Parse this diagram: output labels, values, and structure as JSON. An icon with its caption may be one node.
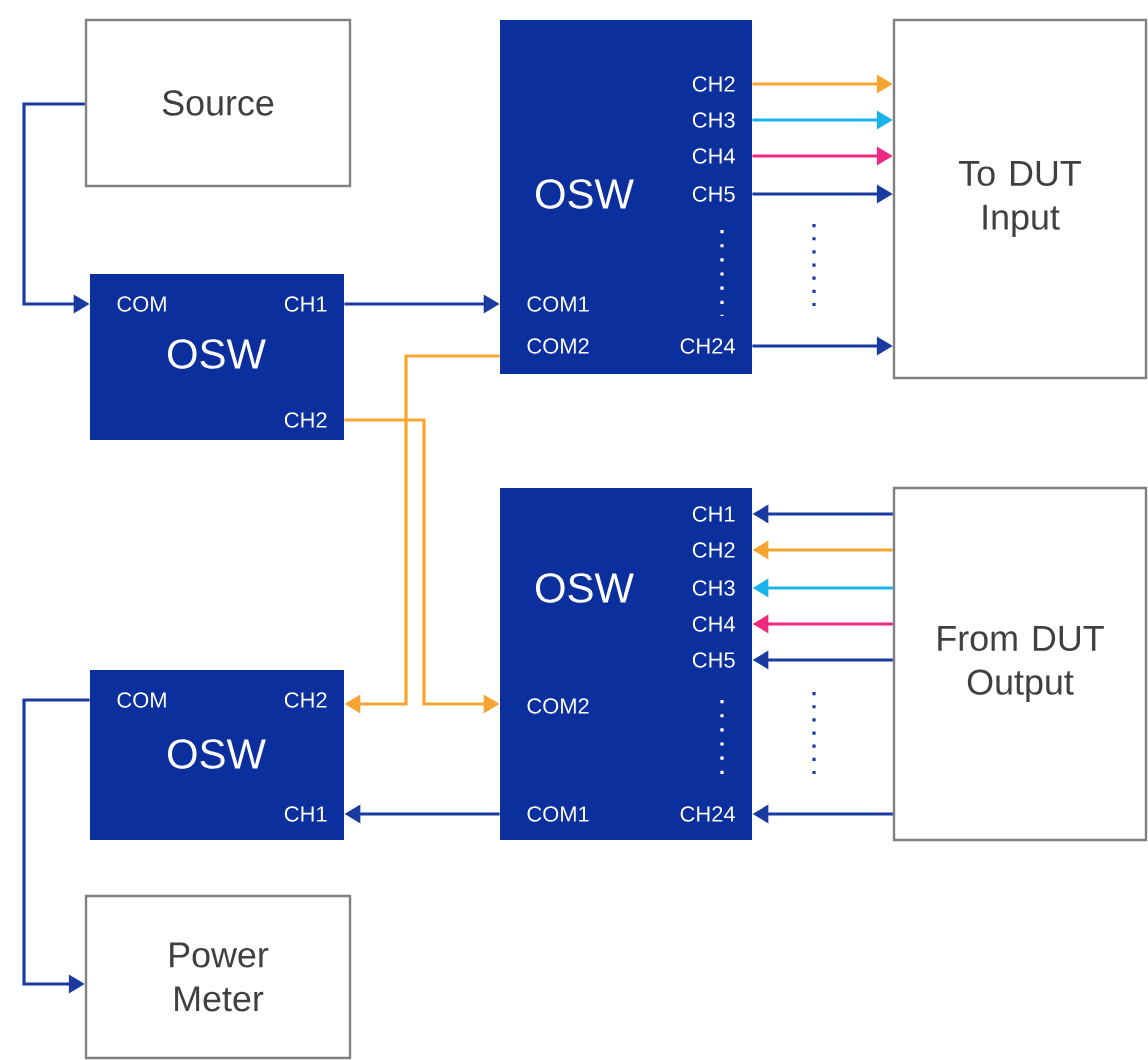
{
  "diagram": {
    "nodes": [
      {
        "text": [
          "Source"
        ]
      },
      {
        "text": [
          "COM",
          "CH1",
          "OSW",
          "CH2"
        ]
      },
      {
        "text": [
          "CH2",
          "CH3",
          "CH4",
          "OSW",
          "CH5",
          "COM1",
          "COM2",
          "CH24"
        ]
      },
      {
        "text": [
          "To DUT Input"
        ]
      },
      {
        "text": [
          "CH1",
          "CH2",
          "OSW",
          "CH3",
          "CH4",
          "CH5",
          "COM2",
          "COM1",
          "CH24"
        ]
      },
      {
        "text": [
          "From DUT Output"
        ]
      },
      {
        "text": [
          "COM",
          "CH2",
          "OSW",
          "CH1"
        ]
      },
      {
        "text": [
          "Power Meter"
        ]
      }
    ],
    "edges": [
      {
        "from": 0,
        "to": 1,
        "arrow": "to"
      },
      {
        "from": 1,
        "to": 2,
        "arrow": "to"
      },
      {
        "from": 1,
        "to": 4,
        "arrow": "to",
        "color": "#f7a531"
      },
      {
        "from": 2,
        "to": 6,
        "arrow": "to",
        "color": "#f7a531"
      },
      {
        "from": 2,
        "to": 3,
        "arrow": "to",
        "color": "#f7a531"
      },
      {
        "from": 2,
        "to": 3,
        "arrow": "to",
        "color": "#1ab4ea"
      },
      {
        "from": 2,
        "to": 3,
        "arrow": "to",
        "color": "#ec2a7f"
      },
      {
        "from": 2,
        "to": 3,
        "arrow": "to"
      },
      {
        "from": 2,
        "to": 3,
        "arrow": "to"
      },
      {
        "from": 5,
        "to": 4,
        "arrow": "to"
      },
      {
        "from": 5,
        "to": 4,
        "arrow": "to",
        "color": "#f7a531"
      },
      {
        "from": 5,
        "to": 4,
        "arrow": "to",
        "color": "#1ab4ea"
      },
      {
        "from": 5,
        "to": 4,
        "arrow": "to",
        "color": "#ec2a7f"
      },
      {
        "from": 5,
        "to": 4,
        "arrow": "to"
      },
      {
        "from": 5,
        "to": 4,
        "arrow": "to"
      },
      {
        "from": 4,
        "to": 6,
        "arrow": "to"
      },
      {
        "from": 6,
        "to": 7,
        "arrow": "to"
      }
    ]
  }
}
